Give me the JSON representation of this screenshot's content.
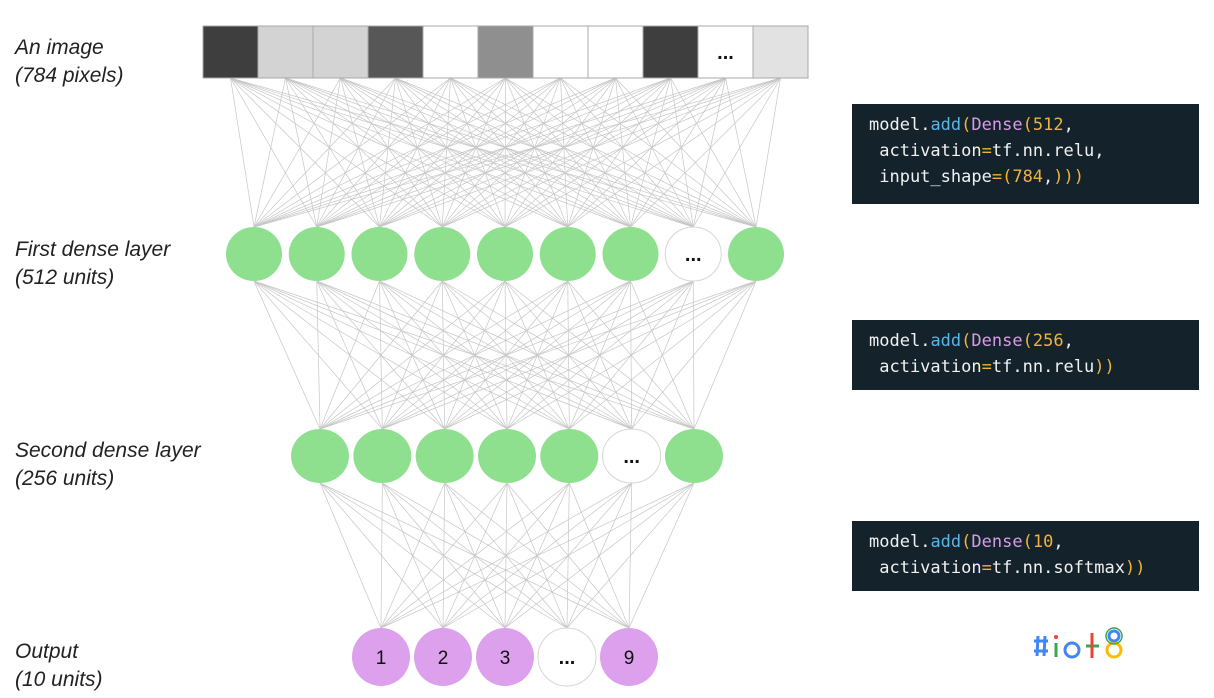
{
  "labels": {
    "image": {
      "line1": "An image",
      "line2": "(784 pixels)"
    },
    "dense1": {
      "line1": "First dense layer",
      "line2": "(512 units)"
    },
    "dense2": {
      "line1": "Second dense layer",
      "line2": "(256 units)"
    },
    "output": {
      "line1": "Output",
      "line2": "(10 units)"
    }
  },
  "pixels": [
    {
      "text": "",
      "color": "#3e3e3e"
    },
    {
      "text": "",
      "color": "#d3d3d3"
    },
    {
      "text": "",
      "color": "#d3d3d3"
    },
    {
      "text": "",
      "color": "#575757"
    },
    {
      "text": "",
      "color": "#ffffff"
    },
    {
      "text": "",
      "color": "#8f8f8f"
    },
    {
      "text": "",
      "color": "#ffffff"
    },
    {
      "text": "",
      "color": "#ffffff"
    },
    {
      "text": "",
      "color": "#3e3e3e"
    },
    {
      "text": "...",
      "color": "#ffffff"
    },
    {
      "text": "",
      "color": "#e2e2e2"
    }
  ],
  "dense1_units": [
    "",
    "",
    "",
    "",
    "",
    "",
    "",
    "...",
    ""
  ],
  "dense2_units": [
    "",
    "",
    "",
    "",
    "",
    "...",
    ""
  ],
  "output_units": [
    "1",
    "2",
    "3",
    "...",
    "9"
  ],
  "colors": {
    "dense": "#8ee08f",
    "output": "#dca0ec",
    "ellipsis_fill": "#ffffff",
    "edges": "#c6c6c6",
    "code_bg": "#14222b"
  },
  "code": {
    "block1": [
      [
        [
          "obj",
          "model"
        ],
        [
          "punc",
          "."
        ],
        [
          "fn",
          "add"
        ],
        [
          "paren",
          "("
        ],
        [
          "cls",
          "Dense"
        ],
        [
          "paren",
          "("
        ],
        [
          "num",
          "512"
        ],
        [
          "punc",
          ","
        ]
      ],
      [
        [
          "obj",
          " activation"
        ],
        [
          "op",
          "="
        ],
        [
          "obj",
          "tf"
        ],
        [
          "punc",
          "."
        ],
        [
          "obj",
          "nn"
        ],
        [
          "punc",
          "."
        ],
        [
          "obj",
          "relu"
        ],
        [
          "punc",
          ","
        ]
      ],
      [
        [
          "obj",
          " input_shape"
        ],
        [
          "op",
          "="
        ],
        [
          "paren",
          "("
        ],
        [
          "num",
          "784"
        ],
        [
          "punc",
          ","
        ],
        [
          "paren",
          ")))"
        ]
      ]
    ],
    "block2": [
      [
        [
          "obj",
          "model"
        ],
        [
          "punc",
          "."
        ],
        [
          "fn",
          "add"
        ],
        [
          "paren",
          "("
        ],
        [
          "cls",
          "Dense"
        ],
        [
          "paren",
          "("
        ],
        [
          "num",
          "256"
        ],
        [
          "punc",
          ","
        ]
      ],
      [
        [
          "obj",
          " activation"
        ],
        [
          "op",
          "="
        ],
        [
          "obj",
          "tf"
        ],
        [
          "punc",
          "."
        ],
        [
          "obj",
          "nn"
        ],
        [
          "punc",
          "."
        ],
        [
          "obj",
          "relu"
        ],
        [
          "paren",
          "))"
        ]
      ]
    ],
    "block3": [
      [
        [
          "obj",
          "model"
        ],
        [
          "punc",
          "."
        ],
        [
          "fn",
          "add"
        ],
        [
          "paren",
          "("
        ],
        [
          "cls",
          "Dense"
        ],
        [
          "paren",
          "("
        ],
        [
          "num",
          "10"
        ],
        [
          "punc",
          ","
        ]
      ],
      [
        [
          "obj",
          " activation"
        ],
        [
          "op",
          "="
        ],
        [
          "obj",
          "tf"
        ],
        [
          "punc",
          "."
        ],
        [
          "obj",
          "nn"
        ],
        [
          "punc",
          "."
        ],
        [
          "obj",
          "softmax"
        ],
        [
          "paren",
          "))"
        ]
      ]
    ]
  },
  "logo": {
    "icon": "google-io-18-logo",
    "text": "#io18"
  }
}
